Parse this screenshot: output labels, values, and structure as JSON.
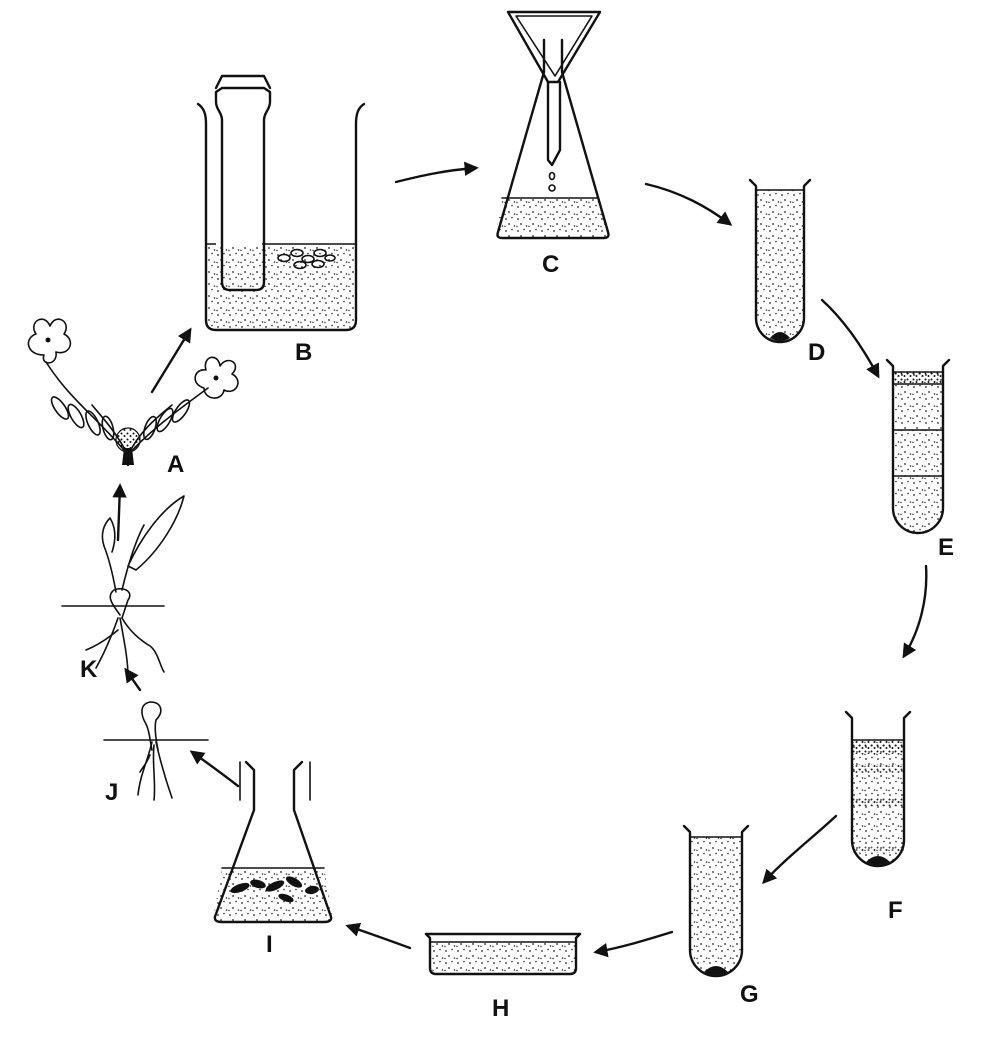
{
  "labels": {
    "a": "A",
    "b": "B",
    "c": "C",
    "d": "D",
    "e": "E",
    "f": "F",
    "g": "G",
    "h": "H",
    "i": "I",
    "j": "J",
    "k": "K"
  },
  "colors": {
    "ink": "#111111",
    "background": "#ffffff"
  }
}
